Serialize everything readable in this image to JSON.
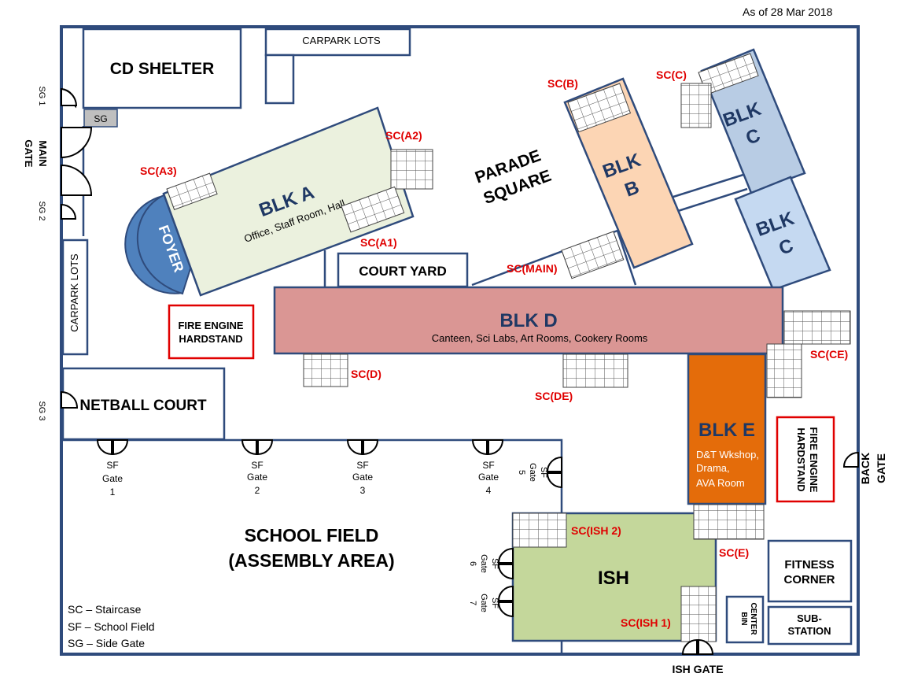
{
  "date_label": "As of 28 Mar 2018",
  "structures": {
    "cd_shelter": "CD SHELTER",
    "carpark_top": "CARPARK LOTS",
    "carpark_left": "CARPARK LOTS",
    "sg_box": "SG",
    "parade_line1": "PARADE",
    "parade_line2": "SQUARE",
    "court_yard": "COURT YARD",
    "foyer": "FOYER",
    "fire_left_line1": "FIRE ENGINE",
    "fire_left_line2": "HARDSTAND",
    "fire_right_line1": "FIRE ENGINE",
    "fire_right_line2": "HARDSTAND",
    "netball": "NETBALL COURT",
    "school_field_line1": "SCHOOL FIELD",
    "school_field_line2": "(ASSEMBLY AREA)",
    "fitness_line1": "FITNESS",
    "fitness_line2": "CORNER",
    "substation_line1": "SUB-",
    "substation_line2": "STATION",
    "bin_line1": "BIN",
    "bin_line2": "CENTER"
  },
  "blocks": {
    "a_name": "BLK A",
    "a_sub": "Office, Staff Room, Hall",
    "b_line1": "BLK",
    "b_line2": "B",
    "c1_line1": "BLK",
    "c1_line2": "C",
    "c2_line1": "BLK",
    "c2_line2": "C",
    "d_name": "BLK D",
    "d_sub": "Canteen, Sci Labs, Art  Rooms, Cookery Rooms",
    "e_name": "BLK E",
    "e_sub1": "D&T Wkshop,",
    "e_sub2": "Drama,",
    "e_sub3": "AVA Room",
    "ish": "ISH"
  },
  "staircases": {
    "a1": "SC(A1)",
    "a2": "SC(A2)",
    "a3": "SC(A3)",
    "b": "SC(B)",
    "c": "SC(C)",
    "main": "SC(MAIN)",
    "d": "SC(D)",
    "de": "SC(DE)",
    "ce": "SC(CE)",
    "e": "SC(E)",
    "ish1": "SC(ISH 1)",
    "ish2": "SC(ISH 2)"
  },
  "gates": {
    "main_line1": "MAIN",
    "main_line2": "GATE",
    "back_line1": "BACK",
    "back_line2": "GATE",
    "ish": "ISH GATE",
    "sg1": "SG 1",
    "sg2": "SG 2",
    "sg3": "SG 3",
    "sf_word": "SF",
    "gate_word": "Gate",
    "sf1": "1",
    "sf2": "2",
    "sf3": "3",
    "sf4": "4",
    "sf5": "5",
    "sf6": "6",
    "sf7": "7"
  },
  "legend": {
    "sc": "SC – Staircase",
    "sf": "SF – School Field",
    "sg": "SG – Side Gate"
  },
  "colors": {
    "boundary": "#2f4b7c",
    "blk_a": "#ebf1de",
    "blk_b": "#fcd5b4",
    "blk_c_top": "#b8cce4",
    "blk_c_bottom": "#c5d9f1",
    "blk_d": "#da9694",
    "blk_e": "#e46c0a",
    "ish": "#c4d79b",
    "foyer": "#4f81bd",
    "label_red": "#e00000",
    "title_navy": "#1f3864"
  }
}
